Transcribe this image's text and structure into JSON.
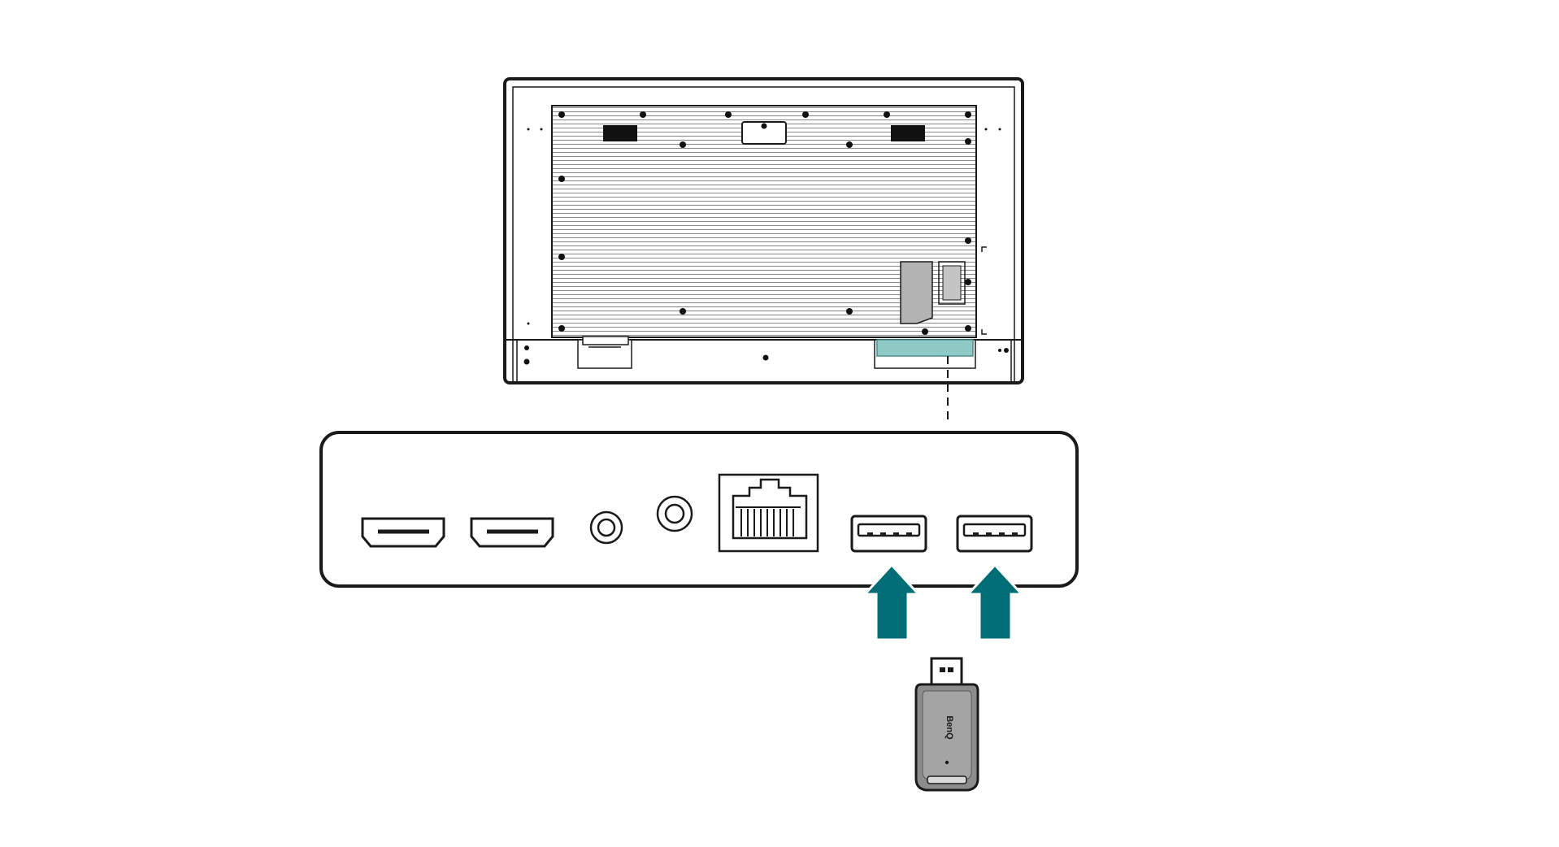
{
  "colors": {
    "accent": "#006d77",
    "highlight": "#8fc9c6",
    "stroke": "#1a1a1a",
    "panel_fill": "#ffffff",
    "gray_block": "#b3b3b3",
    "usb_body": "#9a9a9a",
    "usb_body_dark": "#6f6f6f"
  },
  "display_back": {
    "description_icon": "display-rear-view-icon",
    "highlighted_port_area": "usb-port-area"
  },
  "io_panel": {
    "ports": [
      {
        "type": "HDMI",
        "icon": "hdmi-port-icon"
      },
      {
        "type": "HDMI",
        "icon": "hdmi-port-icon"
      },
      {
        "type": "Audio",
        "icon": "audio-jack-icon"
      },
      {
        "type": "Audio",
        "icon": "audio-jack-icon"
      },
      {
        "type": "LAN",
        "icon": "rj45-port-icon"
      },
      {
        "type": "USB",
        "icon": "usb-a-port-icon"
      },
      {
        "type": "USB",
        "icon": "usb-a-port-icon"
      }
    ]
  },
  "usb_dongle": {
    "brand_text": "BenQ",
    "icon": "usb-dongle-icon"
  },
  "arrows": [
    {
      "icon": "arrow-up-icon",
      "target": "usb-port-1"
    },
    {
      "icon": "arrow-up-icon",
      "target": "usb-port-2"
    }
  ]
}
